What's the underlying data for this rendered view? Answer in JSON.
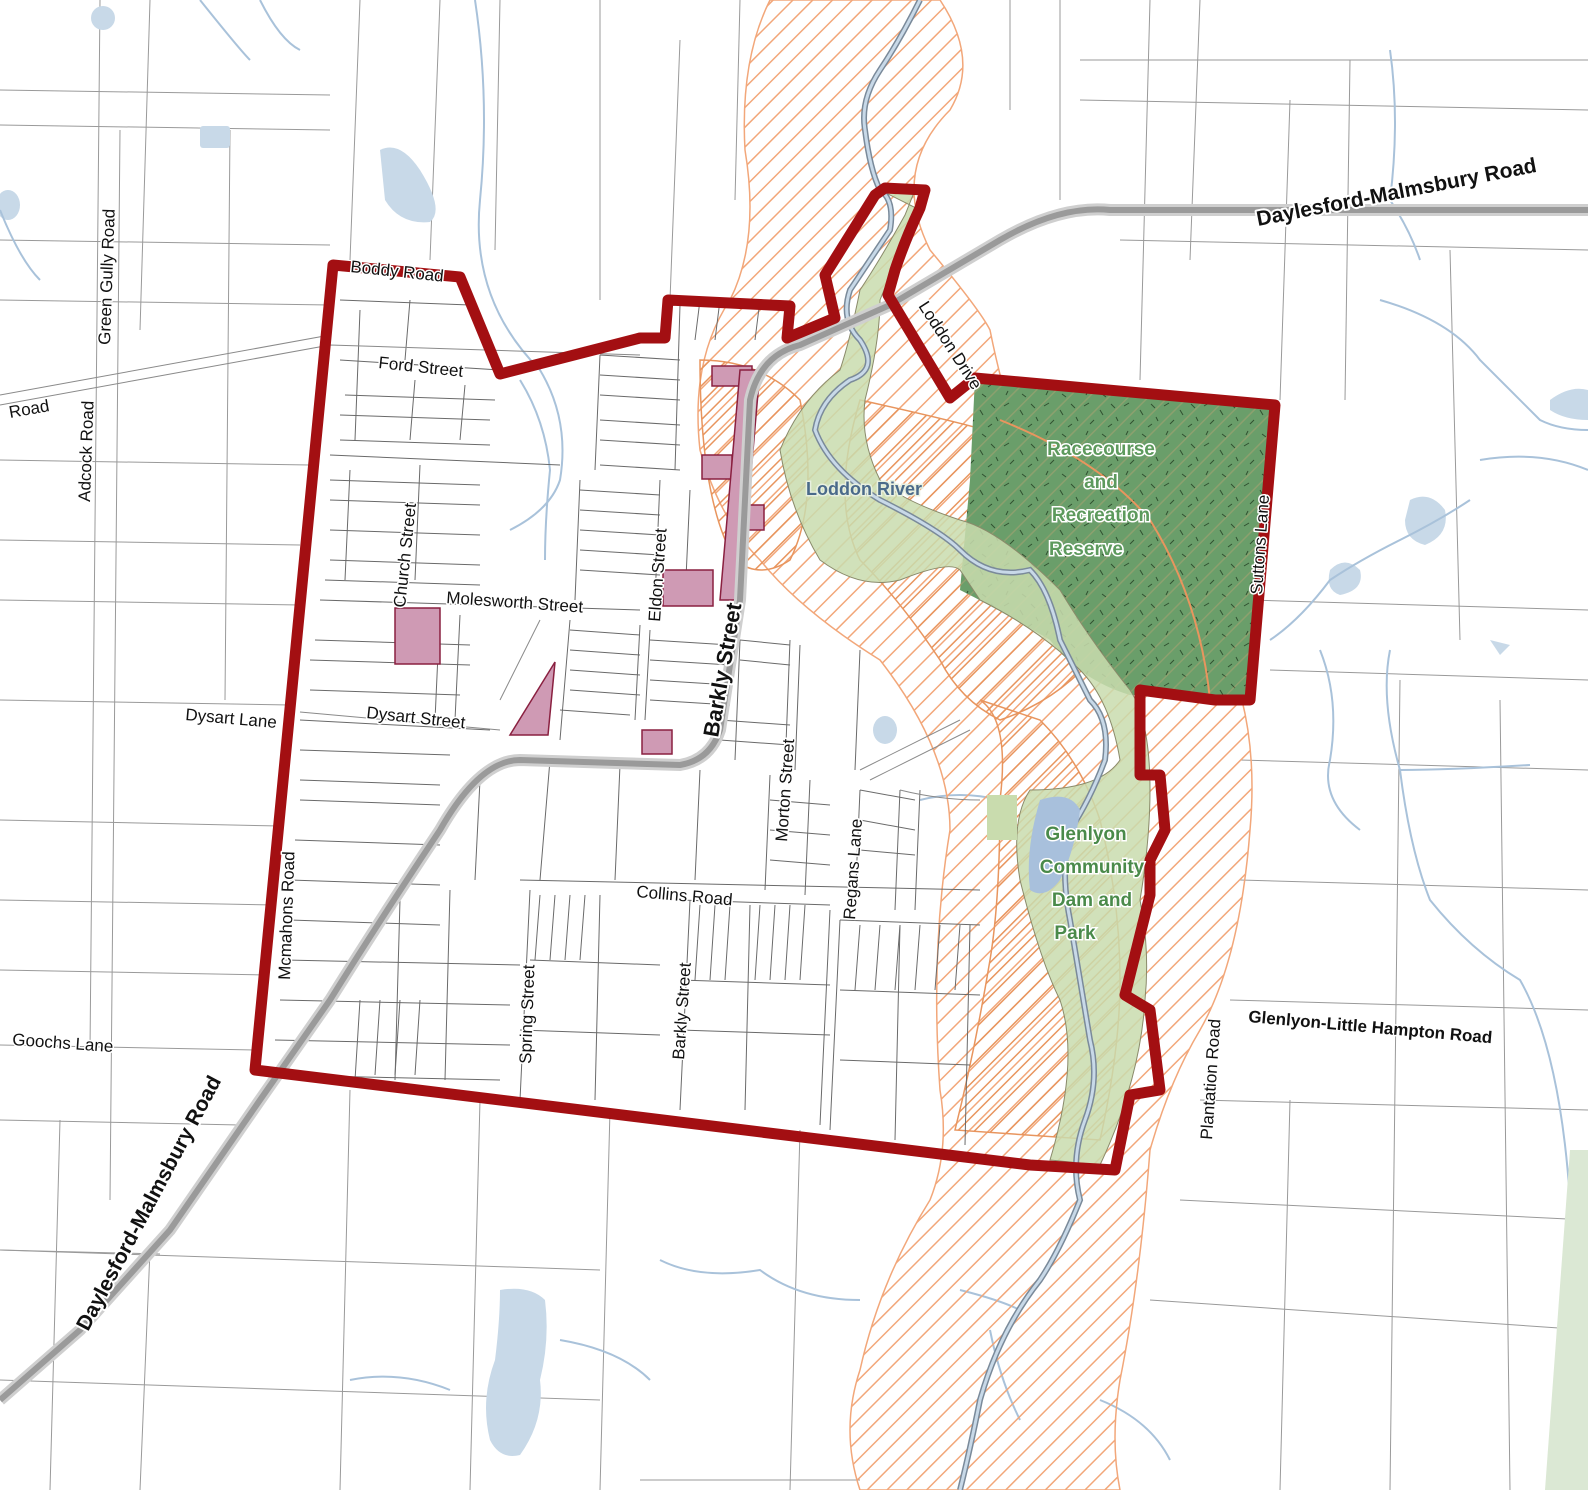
{
  "colors": {
    "boundary": "#a30f12",
    "flood_overlay": "#f2a77a",
    "reserve_dark": "#6a9e6a",
    "reserve_light": "#c9dcae",
    "water": "#c8d9e8",
    "stream": "#a9c2da",
    "road_main": "#9a9a9a",
    "road_casing": "#cfcfcf",
    "commercial": "#cf9ab4",
    "parcel": "#8a8a8a"
  },
  "roads": {
    "daylesford_malmsbury_ne": "Daylesford-Malmsbury Road",
    "daylesford_malmsbury_sw": "Daylesford-Malmsbury Road",
    "boddy_road": "Boddy Road",
    "ford_street": "Ford Street",
    "road_edge_west": "Road",
    "green_gully_road": "Green Gully Road",
    "adcock_road": "Adcock Road",
    "church_street": "Church Street",
    "molesworth_street": "Molesworth Street",
    "eldon_street": "Eldon Street",
    "barkly_street_major": "Barkly Street",
    "barkly_street_minor": "Barkly Street",
    "dysart_lane": "Dysart Lane",
    "dysart_street": "Dysart Street",
    "morton_street": "Morton Street",
    "regans_lane": "Regans Lane",
    "collins_road": "Collins Road",
    "mcmahons_road": "Mcmahons Road",
    "spring_street": "Spring Street",
    "goochs_lane": "Goochs Lane",
    "loddon_drive": "Loddon Drive",
    "suttons_lane": "Suttons Lane",
    "glenlyon_little_hampton_road": "Glenlyon-Little Hampton Road",
    "plantation_road": "Plantation Road"
  },
  "features": {
    "river_name": "Loddon River",
    "racecourse": [
      "Racecourse",
      "and",
      "Recreation",
      "Reserve"
    ],
    "glenlyon_dam": [
      "Glenlyon",
      "Community",
      "Dam and",
      "Park"
    ]
  }
}
